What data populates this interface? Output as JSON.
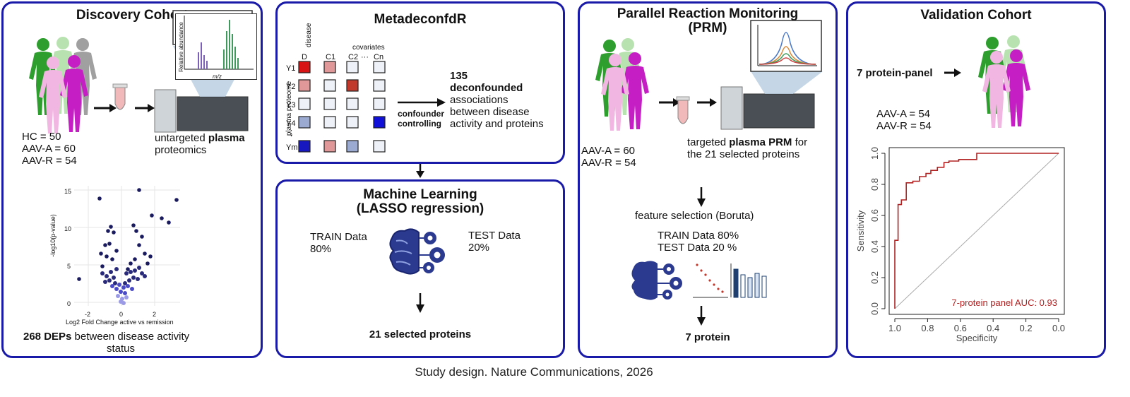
{
  "discovery": {
    "title": "Discovery Cohort",
    "counts": [
      "HC = 50",
      "AAV-A = 60",
      "AAV-R = 54"
    ],
    "method_prefix": "untargeted ",
    "method_bold": "plasma",
    "method_line2": "proteomics",
    "ms_ylabel": "Relative abundance",
    "ms_xlabel": "m/z",
    "volcano": {
      "ylabel": "-log10(p-value)",
      "xlabel": "Log2 Fold Change active vs remission",
      "yticks": [
        "15",
        "10",
        "5",
        "0"
      ],
      "xticks": [
        "-2",
        "0",
        "2"
      ]
    },
    "result_bold": "268 DEPs",
    "result_rest": " between disease activity",
    "result_line2": "status"
  },
  "metadeconf": {
    "title": "MetadeconfdR",
    "disease_label": "disease",
    "covariates_label": "covariates",
    "proteome_label": "plasma proteome",
    "col_labels": [
      "D",
      "C1",
      "C2",
      "···",
      "Cn"
    ],
    "row_labels": [
      "Y1",
      "Y2",
      "Y3",
      "Y4",
      "⋮",
      "Ym"
    ],
    "arrow_label": [
      "confounder",
      "controlling"
    ],
    "result_bold": [
      "135",
      "deconfounded"
    ],
    "result_rest": [
      "associations",
      "between disease",
      "activity and proteins"
    ]
  },
  "ml": {
    "title": [
      "Machine Learning",
      "(LASSO regression)"
    ],
    "train": [
      "TRAIN Data",
      "80%"
    ],
    "test": [
      "TEST Data",
      "20%"
    ],
    "result": "21 selected proteins"
  },
  "prm": {
    "title": [
      "Parallel Reaction Monitoring",
      "(PRM)"
    ],
    "counts": [
      "AAV-A = 60",
      "AAV-R = 54"
    ],
    "method_prefix": "targeted ",
    "method_bold": "plasma PRM",
    "method_suffix": " for",
    "method_line2": "the 21 selected proteins",
    "feature": "feature selection (Boruta)",
    "split": [
      "TRAIN Data 80%",
      "TEST Data 20 %"
    ],
    "result": "7 protein"
  },
  "validation": {
    "title": "Validation Cohort",
    "panel_label": "7 protein-panel",
    "counts": [
      "AAV-A = 54",
      "AAV-R = 54"
    ]
  },
  "chart_data": {
    "type": "line",
    "xlabel": "Specificity",
    "ylabel": "Sensitivity",
    "xlim": [
      1.0,
      0.0
    ],
    "ylim": [
      0.0,
      1.0
    ],
    "xticks": [
      "1.0",
      "0.8",
      "0.6",
      "0.4",
      "0.2",
      "0.0"
    ],
    "yticks": [
      "0.0",
      "0.2",
      "0.4",
      "0.6",
      "0.8",
      "1.0"
    ],
    "annotation": "7-protein panel AUC: 0.93",
    "series": [
      {
        "color": "#b22222",
        "specificity": [
          1.0,
          1.0,
          0.98,
          0.98,
          0.96,
          0.96,
          0.93,
          0.93,
          0.89,
          0.89,
          0.85,
          0.85,
          0.81,
          0.81,
          0.78,
          0.78,
          0.74,
          0.74,
          0.7,
          0.7,
          0.67,
          0.67,
          0.61,
          0.61,
          0.5,
          0.5,
          0.3,
          0.0
        ],
        "sensitivity": [
          0.0,
          0.44,
          0.44,
          0.67,
          0.67,
          0.7,
          0.7,
          0.81,
          0.81,
          0.82,
          0.82,
          0.85,
          0.85,
          0.87,
          0.87,
          0.89,
          0.89,
          0.91,
          0.91,
          0.94,
          0.94,
          0.95,
          0.95,
          0.96,
          0.96,
          1.0,
          1.0,
          1.0
        ]
      },
      {
        "color": "#aaaaaa",
        "specificity": [
          1.0,
          0.0
        ],
        "sensitivity": [
          0.0,
          1.0
        ]
      }
    ]
  },
  "caption": "Study design. Nature Communications, 2026",
  "colors": {
    "border": "#1a1aa8",
    "green": "#2e9e2e",
    "pink": "#f2b6e2",
    "magenta": "#c41ec4",
    "roc": "#b22222"
  }
}
